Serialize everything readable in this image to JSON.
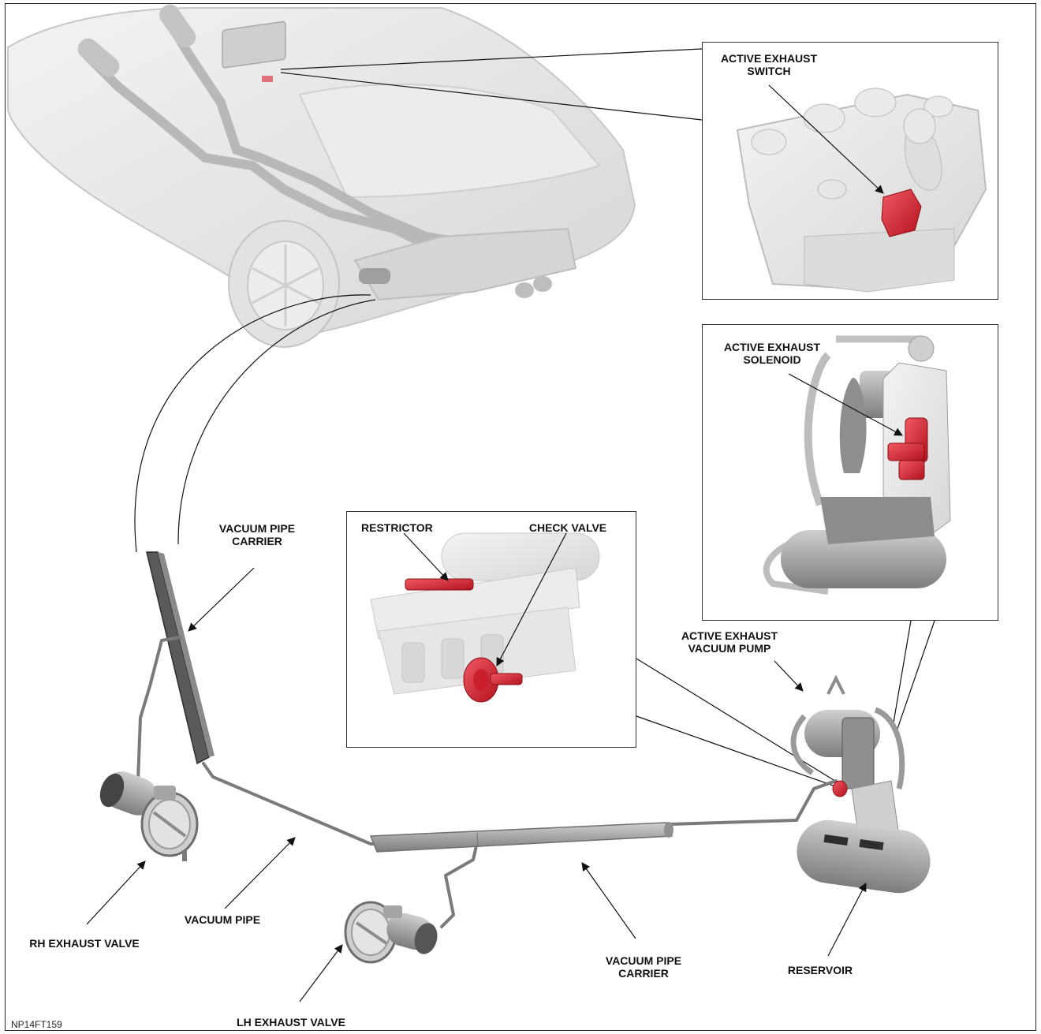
{
  "labels": {
    "switch_line1": "ACTIVE EXHAUST",
    "switch_line2": "SWITCH",
    "solenoid_line1": "ACTIVE EXHAUST",
    "solenoid_line2": "SOLENOID",
    "restrictor": "RESTRICTOR",
    "check_valve": "CHECK VALVE",
    "carrier_top_line1": "VACUUM PIPE",
    "carrier_top_line2": "CARRIER",
    "pump_line1": "ACTIVE EXHAUST",
    "pump_line2": "VACUUM PUMP",
    "rh_valve": "RH EXHAUST VALVE",
    "vacuum_pipe": "VACUUM PIPE",
    "lh_valve": "LH EXHAUST VALVE",
    "carrier_bottom_line1": "VACUUM PIPE",
    "carrier_bottom_line2": "CARRIER",
    "reservoir": "RESERVOIR"
  },
  "reference_code": "NP14FT159",
  "colors": {
    "highlight_red": "#d8232f",
    "component_grey": "#9a9a9a",
    "ghost_grey": "#e4e4e4",
    "line": "#111111"
  }
}
